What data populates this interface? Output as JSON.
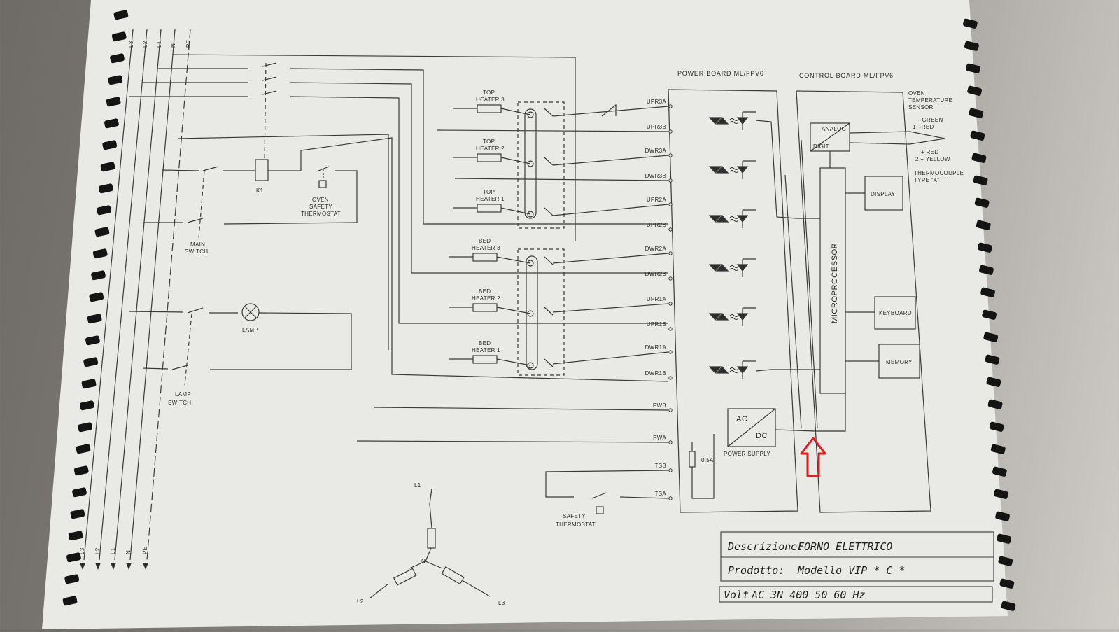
{
  "power_board": "POWER BOARD ML/FPV6",
  "control_board": "CONTROL BOARD ML/FPV6",
  "bus_lines": [
    {
      "top": "L3",
      "bottom": "L3"
    },
    {
      "top": "L2",
      "bottom": "L2"
    },
    {
      "top": "L1",
      "bottom": "L1"
    },
    {
      "top": "N",
      "bottom": "N"
    },
    {
      "top": "PE",
      "bottom": "PE"
    }
  ],
  "components": {
    "k1": "K1",
    "oven_safety_thermostat": [
      "OVEN",
      "SAFETY",
      "THERMOSTAT"
    ],
    "main_switch": [
      "MAIN",
      "SWITCH"
    ],
    "lamp": "LAMP",
    "lamp_switch": [
      "LAMP",
      "SWITCH"
    ],
    "safety_thermostat": [
      "SAFETY",
      "THERMOSTAT"
    ],
    "fuse": "0.5A",
    "power_supply": "POWER SUPPLY",
    "ac": "AC",
    "dc": "DC"
  },
  "heaters": [
    [
      "TOP",
      "HEATER 3"
    ],
    [
      "TOP",
      "HEATER 2"
    ],
    [
      "TOP",
      "HEATER 1"
    ],
    [
      "BED",
      "HEATER 3"
    ],
    [
      "BED",
      "HEATER 2"
    ],
    [
      "BED",
      "HEATER 1"
    ]
  ],
  "terminals": [
    "UPR3A",
    "UPR3B",
    "DWR3A",
    "DWR3B",
    "UPR2A",
    "UPR2B",
    "DWR2A",
    "DWR2B",
    "UPR1A",
    "UPR1B",
    "DWR1A",
    "DWR1B",
    "PWB",
    "PWA",
    "TSB",
    "TSA"
  ],
  "control": {
    "adc_top": "ANALOG",
    "adc_bottom": "DIGIT",
    "microprocessor": "MICROPROCESSOR",
    "display": "DISPLAY",
    "keyboard": "KEYBOARD",
    "memory": "MEMORY"
  },
  "sensor": {
    "title": [
      "OVEN",
      "TEMPERATURE",
      "SENSOR"
    ],
    "wires": [
      "- GREEN",
      "1 - RED",
      "+ RED",
      "2 + YELLOW"
    ],
    "type": [
      "THERMOCOUPLE",
      "TYPE \"K\""
    ]
  },
  "star": {
    "l1": "L1",
    "l2": "L2",
    "l3": "L3",
    "n": "N"
  },
  "title_block": {
    "desc_label": "Descrizione:",
    "desc_value": "FORNO ELETTRICO",
    "prod_label": "Prodotto:",
    "prod_value": "Modello VIP * C *",
    "volt_label": "Volt",
    "volt_value": "AC 3N 400   50 60 Hz"
  },
  "colors": {
    "paper": "#e9e9e6",
    "ink": "#2c2c2c",
    "arrow": "#e21b1b",
    "holes": "#141414"
  }
}
